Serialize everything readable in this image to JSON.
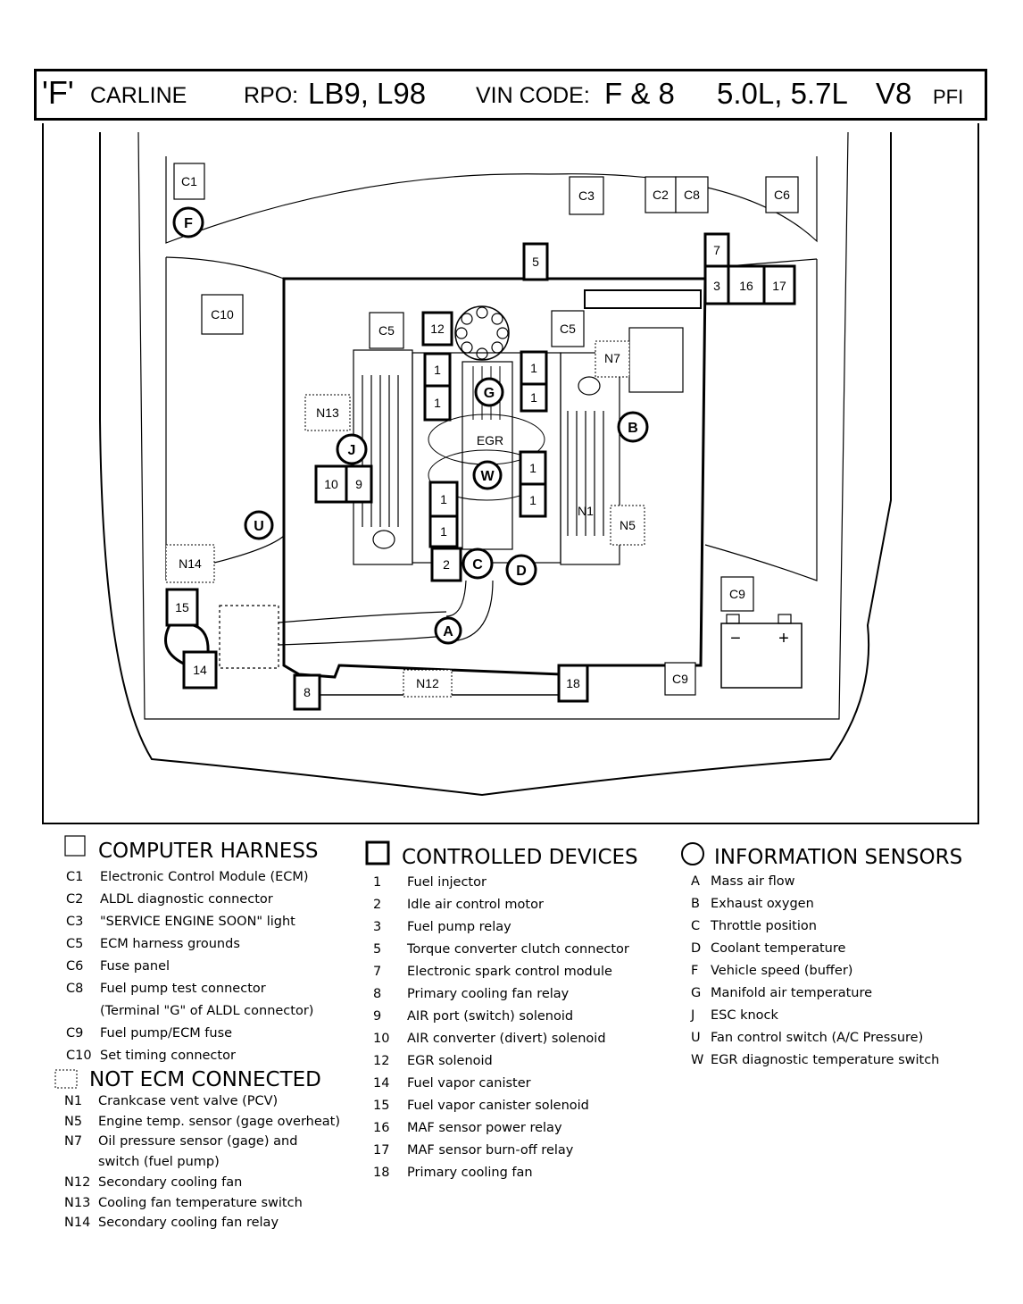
{
  "title_bar": {
    "carline": "'F'",
    "carline_word": "CARLINE",
    "rpo_label": "RPO:",
    "rpo_value": "LB9, L98",
    "vin_label": "VIN CODE:",
    "vin_value": "F & 8",
    "engine": "5.0L, 5.7L",
    "engine_type": "V8",
    "fuel": "PFI"
  },
  "diagram": {
    "harness_connectors": [
      "C1",
      "C2",
      "C8",
      "C3",
      "C6",
      "C10",
      "C5",
      "C5",
      "C9",
      "C9"
    ],
    "devices": [
      "5",
      "7",
      "3",
      "16",
      "17",
      "12",
      "1",
      "1",
      "1",
      "1",
      "1",
      "1",
      "1",
      "1",
      "10",
      "9",
      "2",
      "15",
      "14",
      "8",
      "18"
    ],
    "sensors": [
      "F",
      "G",
      "B",
      "J",
      "W",
      "U",
      "C",
      "D",
      "A"
    ],
    "not_ecm": [
      "N13",
      "N7",
      "N1",
      "N5",
      "N14",
      "N12"
    ],
    "egr_label": "EGR",
    "battery_minus": "−",
    "battery_plus": "+"
  },
  "legend": {
    "computer_harness": {
      "heading": "COMPUTER HARNESS",
      "items": [
        {
          "code": "C1",
          "text": "Electronic Control Module (ECM)"
        },
        {
          "code": "C2",
          "text": "ALDL diagnostic connector"
        },
        {
          "code": "C3",
          "text": "\"SERVICE ENGINE SOON\" light"
        },
        {
          "code": "C5",
          "text": "ECM harness grounds"
        },
        {
          "code": "C6",
          "text": "Fuse panel"
        },
        {
          "code": "C8",
          "text": "Fuel pump test connector"
        },
        {
          "code": "",
          "text": "(Terminal \"G\" of ALDL connector)"
        },
        {
          "code": "C9",
          "text": "Fuel pump/ECM fuse"
        },
        {
          "code": "C10",
          "text": "Set timing connector"
        }
      ]
    },
    "not_ecm_connected": {
      "heading": "NOT ECM CONNECTED",
      "items": [
        {
          "code": "N1",
          "text": "Crankcase vent valve (PCV)"
        },
        {
          "code": "N5",
          "text": "Engine temp. sensor (gage overheat)"
        },
        {
          "code": "N7",
          "text": "Oil pressure sensor (gage) and"
        },
        {
          "code": "",
          "text": "switch (fuel pump)"
        },
        {
          "code": "N12",
          "text": "Secondary cooling fan"
        },
        {
          "code": "N13",
          "text": "Cooling fan temperature switch"
        },
        {
          "code": "N14",
          "text": "Secondary cooling fan relay"
        }
      ]
    },
    "controlled_devices": {
      "heading": "CONTROLLED DEVICES",
      "items": [
        {
          "code": "1",
          "text": "Fuel injector"
        },
        {
          "code": "2",
          "text": "Idle air control motor"
        },
        {
          "code": "3",
          "text": "Fuel pump relay"
        },
        {
          "code": "5",
          "text": "Torque converter clutch connector"
        },
        {
          "code": "7",
          "text": "Electronic spark control module"
        },
        {
          "code": "8",
          "text": "Primary cooling fan relay"
        },
        {
          "code": "9",
          "text": "AIR port (switch) solenoid"
        },
        {
          "code": "10",
          "text": "AIR converter (divert) solenoid"
        },
        {
          "code": "12",
          "text": "EGR solenoid"
        },
        {
          "code": "14",
          "text": "Fuel vapor canister"
        },
        {
          "code": "15",
          "text": "Fuel vapor canister solenoid"
        },
        {
          "code": "16",
          "text": "MAF sensor power relay"
        },
        {
          "code": "17",
          "text": "MAF sensor burn-off relay"
        },
        {
          "code": "18",
          "text": "Primary cooling fan"
        }
      ]
    },
    "information_sensors": {
      "heading": "INFORMATION SENSORS",
      "items": [
        {
          "code": "A",
          "text": "Mass air flow"
        },
        {
          "code": "B",
          "text": "Exhaust oxygen"
        },
        {
          "code": "C",
          "text": "Throttle position"
        },
        {
          "code": "D",
          "text": "Coolant temperature"
        },
        {
          "code": "F",
          "text": "Vehicle speed (buffer)"
        },
        {
          "code": "G",
          "text": "Manifold air temperature"
        },
        {
          "code": "J",
          "text": "ESC knock"
        },
        {
          "code": "U",
          "text": "Fan control switch (A/C Pressure)"
        },
        {
          "code": "W",
          "text": "EGR diagnostic temperature switch"
        }
      ]
    }
  }
}
